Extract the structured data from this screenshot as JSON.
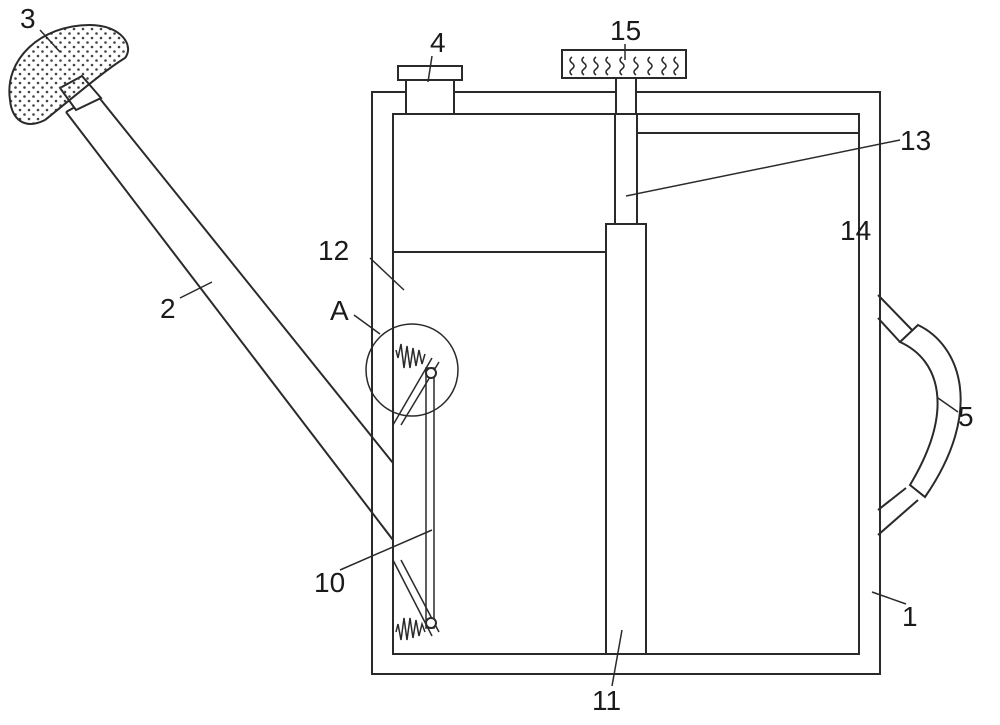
{
  "figure": {
    "callouts": [
      {
        "id": "c1",
        "text": "1"
      },
      {
        "id": "c2",
        "text": "2"
      },
      {
        "id": "c3",
        "text": "3"
      },
      {
        "id": "c4",
        "text": "4"
      },
      {
        "id": "c5",
        "text": "5"
      },
      {
        "id": "c10",
        "text": "10"
      },
      {
        "id": "c11",
        "text": "11"
      },
      {
        "id": "c12",
        "text": "12"
      },
      {
        "id": "c13",
        "text": "13"
      },
      {
        "id": "c14",
        "text": "14"
      },
      {
        "id": "c15",
        "text": "15"
      },
      {
        "id": "cA",
        "text": "A"
      }
    ],
    "colors": {
      "line": "#2a2a2a",
      "background": "#ffffff"
    }
  }
}
